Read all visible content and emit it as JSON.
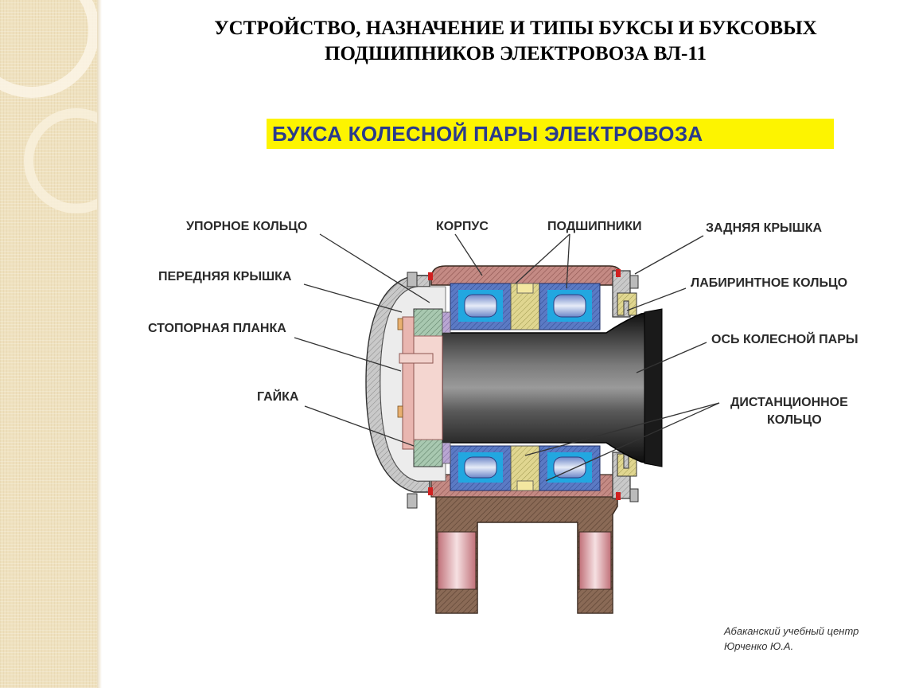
{
  "title": {
    "line1": "УСТРОЙСТВО, НАЗНАЧЕНИЕ И ТИПЫ БУКСЫ И БУКСОВЫХ",
    "line2": "ПОДШИПНИКОВ ЭЛЕКТРОВОЗА ВЛ-11"
  },
  "banner": {
    "text": "БУКСА  КОЛЕСНОЙ ПАРЫ ЭЛЕКТРОВОЗА",
    "background": "#fdf400",
    "text_color": "#2a3a8c"
  },
  "labels": {
    "thrust_ring": "УПОРНОЕ КОЛЬЦО",
    "front_cover": "ПЕРЕДНЯЯ КРЫШКА",
    "locking_plate": "СТОПОРНАЯ ПЛАНКА",
    "nut": "ГАЙКА",
    "housing": "КОРПУС",
    "bearings": "ПОДШИПНИКИ",
    "rear_cover": "ЗАДНЯЯ КРЫШКА",
    "labyrinth_ring": "ЛАБИРИНТНОЕ КОЛЬЦО",
    "axle": "ОСЬ КОЛЕСНОЙ ПАРЫ",
    "spacer_ring_line1": "ДИСТАНЦИОННОЕ",
    "spacer_ring_line2": "КОЛЬЦО"
  },
  "credit": {
    "line1": "Абаканский учебный центр",
    "line2": "Юрченко Ю.А."
  },
  "colors": {
    "side_panel": "#efe1bf",
    "housing": "#c48a84",
    "bearing_outer": "#3c5fb0",
    "bearing_inner": "#22a7e0",
    "bracket": "#8a6a56",
    "thrust_ring": "#a8c8b0",
    "axle": "#1e1e1e"
  }
}
